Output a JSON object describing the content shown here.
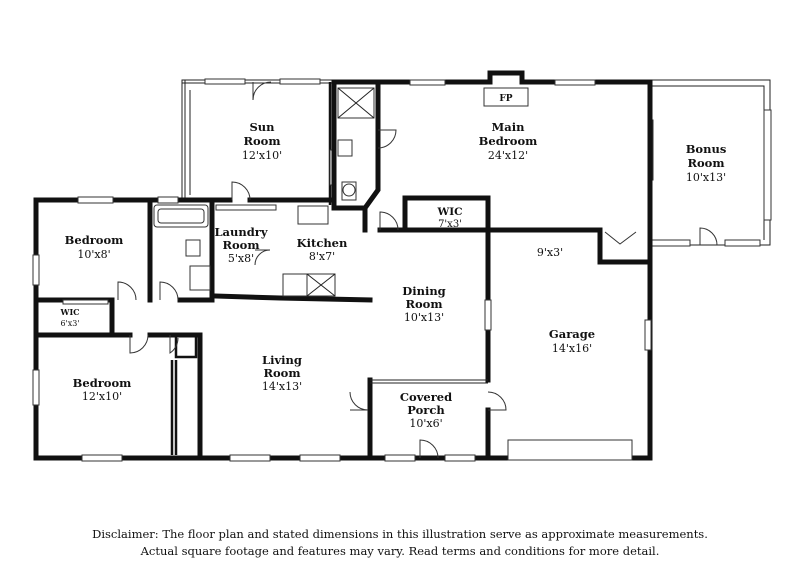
{
  "rooms": {
    "sun_room": {
      "name_1": "Sun",
      "name_2": "Room",
      "size": "12'x10'"
    },
    "main_bedroom": {
      "name_1": "Main",
      "name_2": "Bedroom",
      "size": "24'x12'"
    },
    "fireplace": {
      "label": "FP"
    },
    "bonus_room": {
      "name_1": "Bonus",
      "name_2": "Room",
      "size": "10'x13'"
    },
    "bedroom_1": {
      "name": "Bedroom",
      "size": "10'x8'"
    },
    "laundry": {
      "name_1": "Laundry",
      "name_2": "Room",
      "size": "5'x8'"
    },
    "kitchen": {
      "name": "Kitchen",
      "size": "8'x7'"
    },
    "wic_main": {
      "name": "WIC",
      "size": "7'x3'"
    },
    "hall_dim": {
      "size": "9'x3'"
    },
    "wic_small": {
      "name": "WIC",
      "size": "6'x3'"
    },
    "dining": {
      "name_1": "Dining",
      "name_2": "Room",
      "size": "10'x13'"
    },
    "garage": {
      "name": "Garage",
      "size": "14'x16'"
    },
    "bedroom_2": {
      "name": "Bedroom",
      "size": "12'x10'"
    },
    "living": {
      "name_1": "Living",
      "name_2": "Room",
      "size": "14'x13'"
    },
    "porch": {
      "name_1": "Covered",
      "name_2": "Porch",
      "size": "10'x6'"
    }
  },
  "disclaimer": {
    "line_1": "Disclaimer: The floor plan and stated dimensions in this illustration serve as approximate measurements.",
    "line_2": "Actual square footage and features may vary. Read terms and conditions for more detail."
  }
}
